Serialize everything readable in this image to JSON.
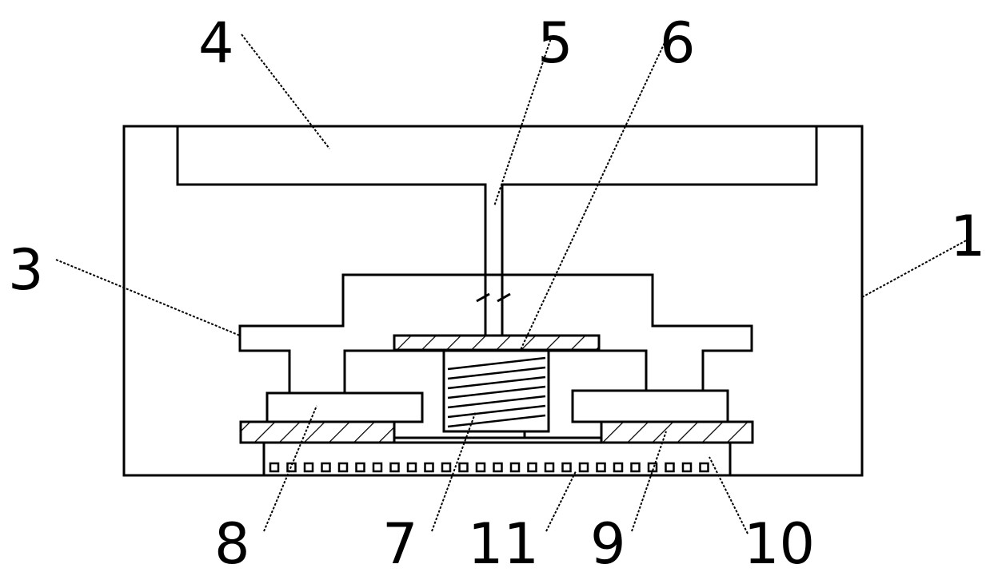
{
  "colors": {
    "stroke": "#000000",
    "background": "#ffffff"
  },
  "labels": {
    "label_1": "1",
    "label_3": "3",
    "label_4": "4",
    "label_5": "5",
    "label_6": "6",
    "label_7": "7",
    "label_8": "8",
    "label_9": "9",
    "label_10": "10",
    "label_11": "11"
  }
}
